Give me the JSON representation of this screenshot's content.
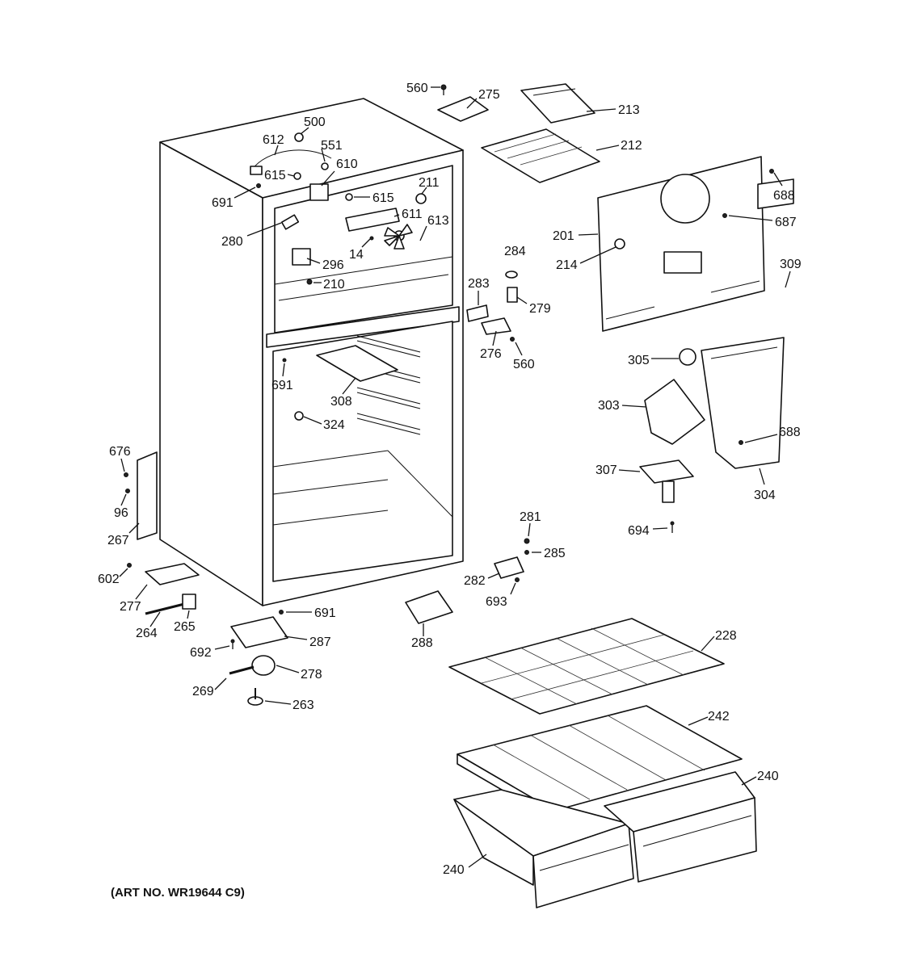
{
  "art_note": "(ART NO. WR19644 C9)",
  "callouts": [
    {
      "id": "560a",
      "text": "560"
    },
    {
      "id": "275",
      "text": "275"
    },
    {
      "id": "213",
      "text": "213"
    },
    {
      "id": "500",
      "text": "500"
    },
    {
      "id": "612",
      "text": "612"
    },
    {
      "id": "551",
      "text": "551"
    },
    {
      "id": "615a",
      "text": "615"
    },
    {
      "id": "610",
      "text": "610"
    },
    {
      "id": "212",
      "text": "212"
    },
    {
      "id": "691a",
      "text": "691"
    },
    {
      "id": "615b",
      "text": "615"
    },
    {
      "id": "211",
      "text": "211"
    },
    {
      "id": "611",
      "text": "611"
    },
    {
      "id": "613",
      "text": "613"
    },
    {
      "id": "280",
      "text": "280"
    },
    {
      "id": "14",
      "text": "14"
    },
    {
      "id": "296",
      "text": "296"
    },
    {
      "id": "210",
      "text": "210"
    },
    {
      "id": "688a",
      "text": "688"
    },
    {
      "id": "687",
      "text": "687"
    },
    {
      "id": "201",
      "text": "201"
    },
    {
      "id": "284",
      "text": "284"
    },
    {
      "id": "214",
      "text": "214"
    },
    {
      "id": "309",
      "text": "309"
    },
    {
      "id": "283",
      "text": "283"
    },
    {
      "id": "279",
      "text": "279"
    },
    {
      "id": "276",
      "text": "276"
    },
    {
      "id": "560b",
      "text": "560"
    },
    {
      "id": "305",
      "text": "305"
    },
    {
      "id": "691b",
      "text": "691"
    },
    {
      "id": "308",
      "text": "308"
    },
    {
      "id": "303",
      "text": "303"
    },
    {
      "id": "324",
      "text": "324"
    },
    {
      "id": "688b",
      "text": "688"
    },
    {
      "id": "676",
      "text": "676"
    },
    {
      "id": "307",
      "text": "307"
    },
    {
      "id": "304",
      "text": "304"
    },
    {
      "id": "96",
      "text": "96"
    },
    {
      "id": "281",
      "text": "281"
    },
    {
      "id": "694",
      "text": "694"
    },
    {
      "id": "267",
      "text": "267"
    },
    {
      "id": "285",
      "text": "285"
    },
    {
      "id": "602",
      "text": "602"
    },
    {
      "id": "282",
      "text": "282"
    },
    {
      "id": "277",
      "text": "277"
    },
    {
      "id": "693",
      "text": "693"
    },
    {
      "id": "691c",
      "text": "691"
    },
    {
      "id": "264",
      "text": "264"
    },
    {
      "id": "265",
      "text": "265"
    },
    {
      "id": "287",
      "text": "287"
    },
    {
      "id": "288",
      "text": "288"
    },
    {
      "id": "228",
      "text": "228"
    },
    {
      "id": "692",
      "text": "692"
    },
    {
      "id": "278",
      "text": "278"
    },
    {
      "id": "269",
      "text": "269"
    },
    {
      "id": "263",
      "text": "263"
    },
    {
      "id": "242",
      "text": "242"
    },
    {
      "id": "240a",
      "text": "240"
    },
    {
      "id": "240b",
      "text": "240"
    }
  ]
}
